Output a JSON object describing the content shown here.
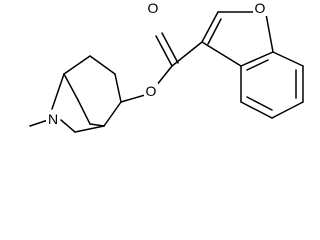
{
  "molecule": {
    "atoms": {
      "ester_carbonyl_oxygen": "O",
      "furan_oxygen": "O",
      "ester_oxygen": "O",
      "amine_nitrogen": "N"
    },
    "colors": {
      "bond": "#000000",
      "label": "#000000",
      "background": "#ffffff"
    }
  }
}
